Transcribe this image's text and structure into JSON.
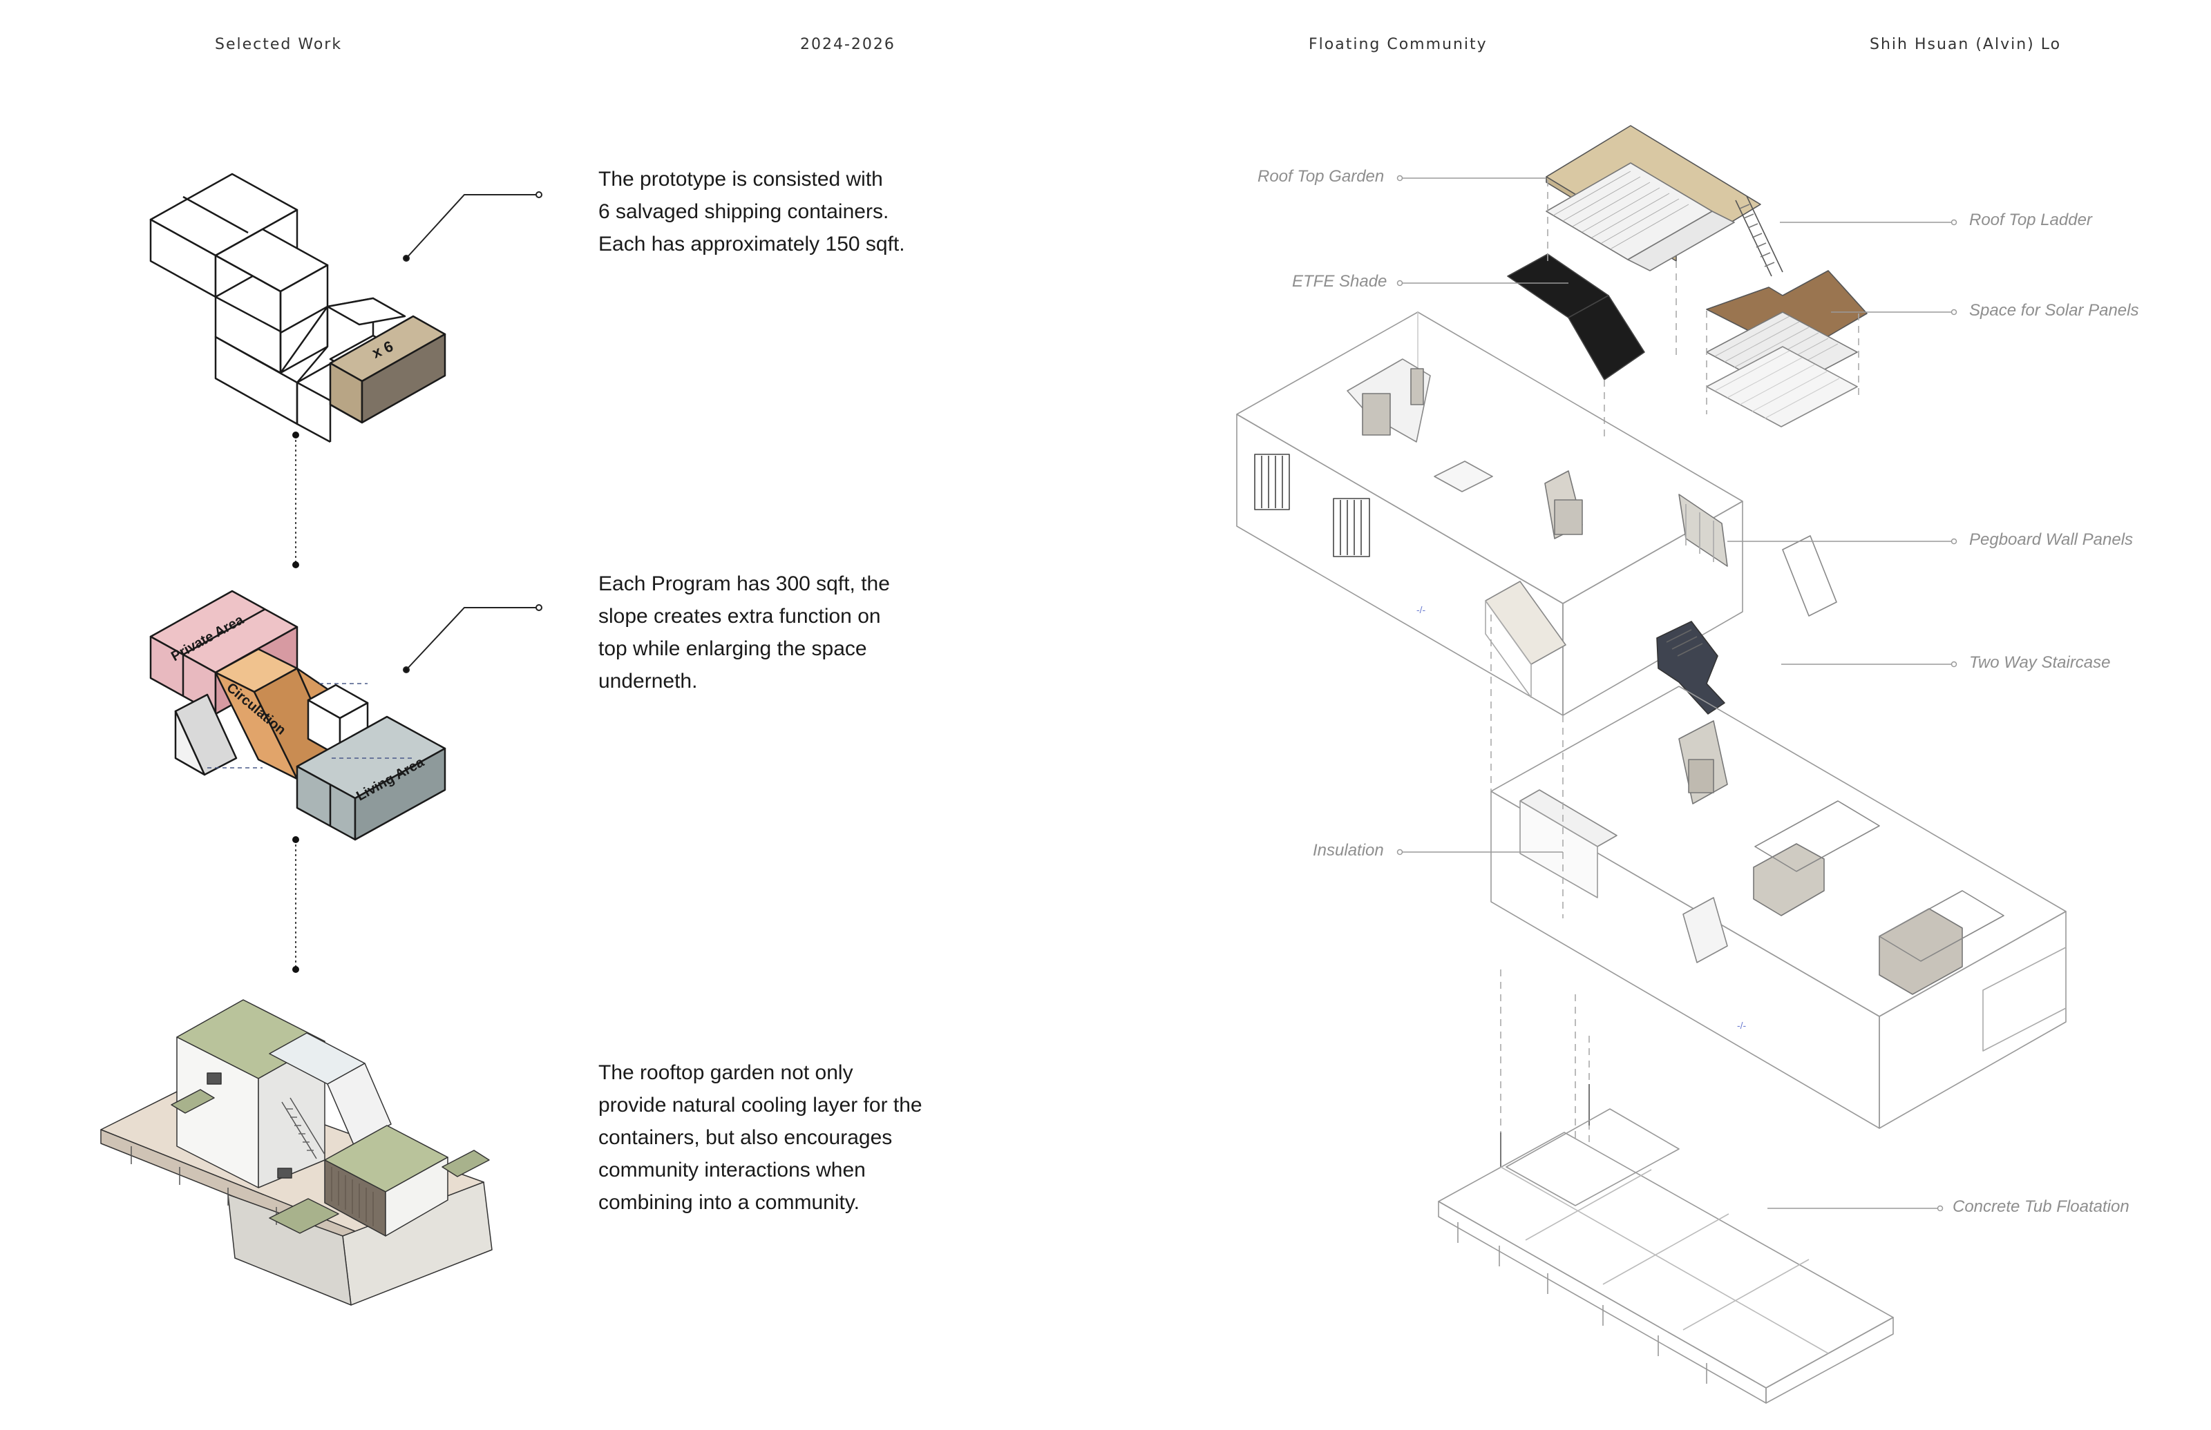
{
  "header": {
    "left": "Selected Work",
    "years": "2024-2026",
    "project": "Floating Community",
    "author": "Shih Hsuan (Alvin) Lo"
  },
  "left_panel": {
    "step1": {
      "badge": "x 6",
      "lines": [
        "The prototype is consisted with",
        "6 salvaged shipping containers.",
        "Each has approximately 150 sqft."
      ]
    },
    "step2": {
      "labels": {
        "private": "Private Area",
        "circulation": "Circulation",
        "living": "Living Area"
      },
      "lines": [
        "Each Program has 300 sqft, the",
        "slope creates extra function on",
        "top while enlarging the space",
        "underneth."
      ]
    },
    "step3": {
      "lines": [
        "The rooftop garden not only",
        "provide natural cooling layer for the",
        "containers, but also encourages",
        "community interactions when",
        "combining into a community."
      ]
    }
  },
  "exploded_axon": {
    "labels": {
      "roof_top_garden": "Roof Top Garden",
      "etfe_shade": "ETFE Shade",
      "insulation": "Insulation",
      "roof_top_ladder": "Roof Top Ladder",
      "solar_panels": "Space for Solar Panels",
      "pegboard": "Pegboard Wall Panels",
      "staircase": "Two Way Staircase",
      "floatation": "Concrete Tub Floatation"
    }
  },
  "colors": {
    "container_tan": "#c9b89a",
    "container_dark": "#7d7264",
    "private_pink": "#e8b9bf",
    "circulation_orange": "#e1a46a",
    "living_grey": "#aab5b6",
    "garden_green": "#b9c39b",
    "roof_garden_tan": "#d9c8a3",
    "solar_brown": "#9a7550",
    "etfe_black": "#1c1c1c",
    "stair_dark": "#3f4450"
  }
}
